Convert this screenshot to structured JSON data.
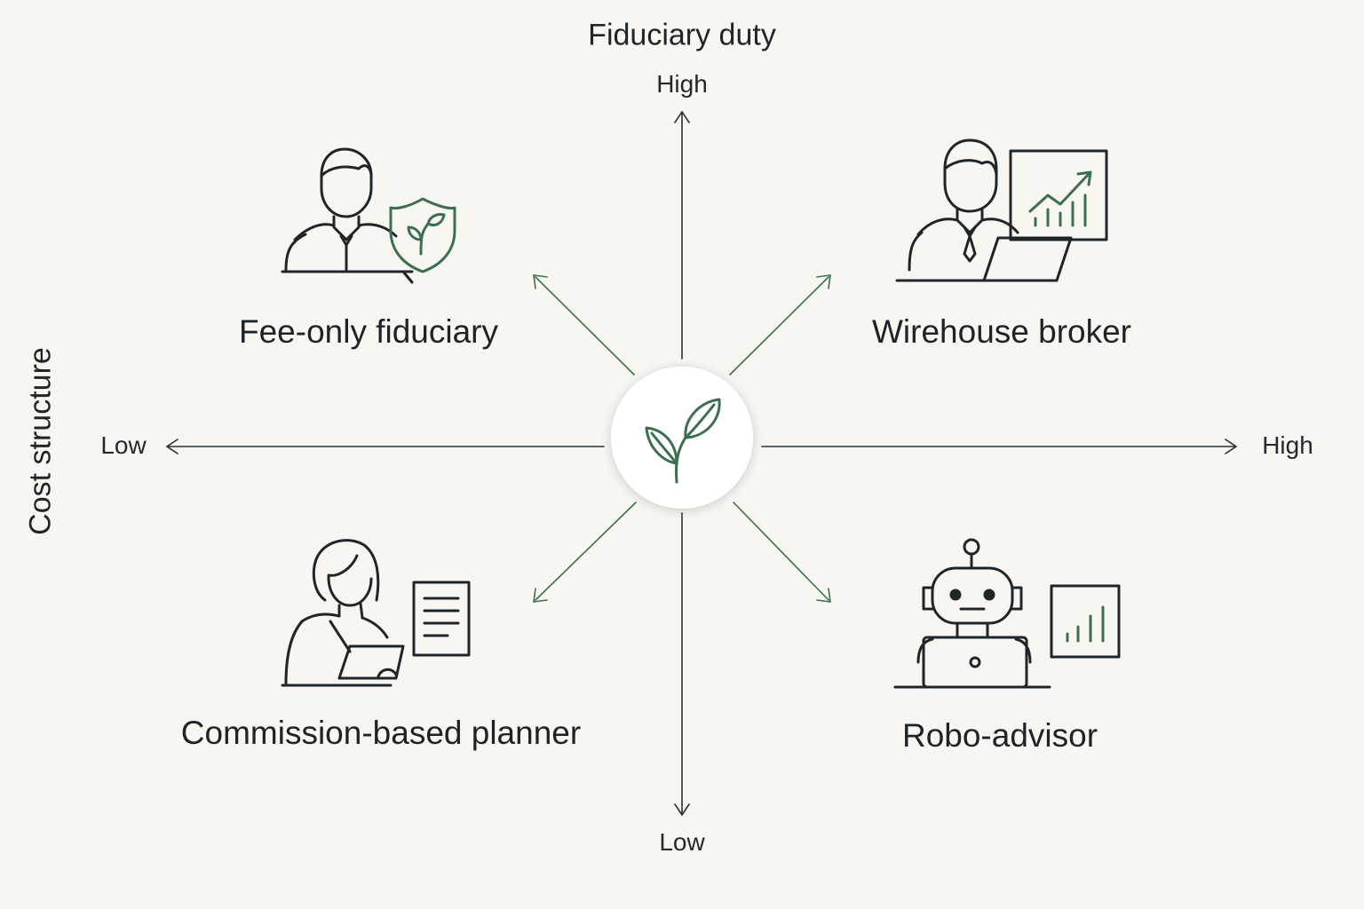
{
  "diagram": {
    "y_axis": {
      "title": "Fiduciary duty",
      "high_label": "High",
      "low_label": "Low"
    },
    "x_axis": {
      "title": "Cost structure",
      "low_label": "Low",
      "high_label": "High"
    },
    "quadrants": {
      "top_left": {
        "label": "Fee-only fiduciary",
        "icon": "fiduciary-shield-person-icon"
      },
      "top_right": {
        "label": "Wirehouse broker",
        "icon": "broker-chart-person-icon"
      },
      "bottom_left": {
        "label": "Commission-based planner",
        "icon": "planner-document-person-icon"
      },
      "bottom_right": {
        "label": "Robo-advisor",
        "icon": "robot-laptop-icon"
      }
    },
    "center_icon": "leaf-icon",
    "colors": {
      "background": "#f7f6f1",
      "line": "#222a2c",
      "accent_green": "#3d6e50",
      "center_circle": "#ffffff"
    }
  }
}
